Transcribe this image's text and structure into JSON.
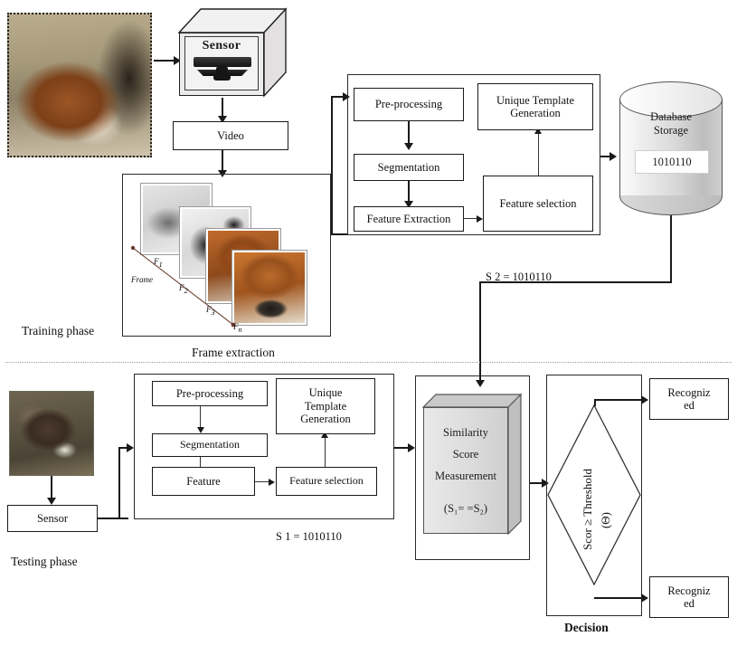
{
  "figure": {
    "title": "Cattle muzzle biometric recognition system block diagram",
    "phases": {
      "training_label": "Training phase",
      "testing_label": "Testing phase"
    }
  },
  "training": {
    "input_photo_name": "cow-head-photo",
    "sensor_box": {
      "label": "Sensor"
    },
    "video_box": {
      "label": "Video"
    },
    "frame_extraction": {
      "caption": "Frame extraction",
      "axis_label": "Frame",
      "frames": [
        {
          "label": "F",
          "index": "1"
        },
        {
          "label": "F",
          "index": "2"
        },
        {
          "label": "F",
          "index": "3"
        },
        {
          "label": "F",
          "index": "n"
        }
      ]
    },
    "pipeline": {
      "pre_processing": "Pre-processing",
      "segmentation": "Segmentation",
      "feature_extraction": "Feature Extraction",
      "feature_selection": "Feature selection",
      "unique_template_generation": "Unique Template\nGeneration",
      "unique_template_line1": "Unique Template",
      "unique_template_line2": "Generation"
    },
    "database": {
      "title_line1": "Database",
      "title_line2": "Storage",
      "stored_value": "1010110"
    },
    "score_label": "S 2 = 1010110"
  },
  "testing": {
    "input_photo_name": "cow-head-photo-test",
    "sensor_box": {
      "label": "Sensor"
    },
    "pipeline": {
      "pre_processing": "Pre-processing",
      "segmentation": "Segmentation",
      "feature": "Feature",
      "feature_selection": "Feature selection",
      "unique_template_line1": "Unique",
      "unique_template_line2": "Template",
      "unique_template_line3": "Generation"
    },
    "score_label": "S 1 = 1010110"
  },
  "matching": {
    "similarity_box": {
      "line1": "Similarity",
      "line2": "Score",
      "line3": "Measurement",
      "formula": "(S₁= =S₂)"
    },
    "decision": {
      "caption": "Decision",
      "condition": "Scor ≥ Threshold",
      "threshold_symbol": "(Θ)"
    },
    "outputs": [
      {
        "line1": "Recogniz",
        "line2": "ed"
      },
      {
        "line1": "Recogniz",
        "line2": "ed"
      }
    ]
  },
  "colors": {
    "stroke": "#1a1a1a",
    "box_fill": "#ffffff",
    "sensor_fill": "#eceaea",
    "similarity_fill": "#dcdcdc",
    "db_fill": "#d8d8d8",
    "divider": "#9a9a9a"
  }
}
